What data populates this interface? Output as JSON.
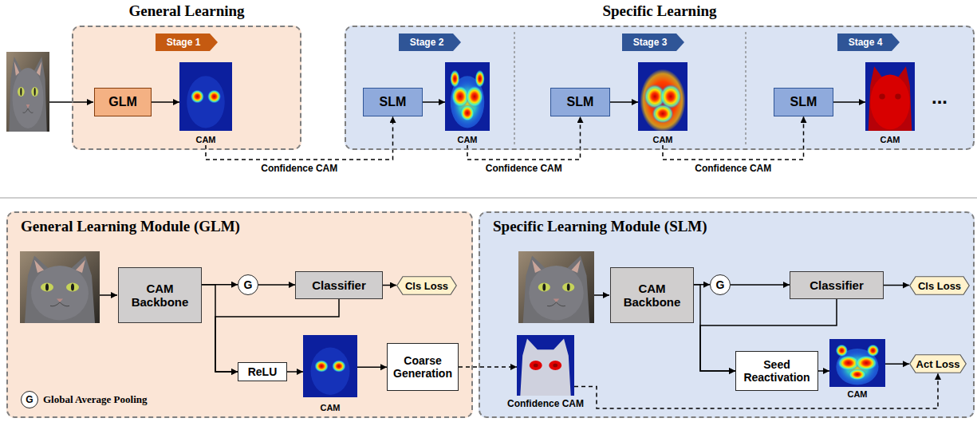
{
  "diagram": {
    "nodes": [
      {
        "text": [
          "General Learning"
        ]
      },
      {
        "text": [
          "Stage 1"
        ],
        "in": 0
      },
      {
        "text": [
          "GLM"
        ],
        "in": 0
      },
      {
        "text": [
          "CAM"
        ],
        "in": 0
      },
      {
        "text": [
          "Specific Learning"
        ]
      },
      {
        "text": [
          "Stage 2"
        ],
        "in": 4
      },
      {
        "text": [
          "SLM"
        ],
        "in": 4
      },
      {
        "text": [
          "CAM"
        ],
        "in": 4
      },
      {
        "text": [
          "Stage 3"
        ],
        "in": 4
      },
      {
        "text": [
          "SLM"
        ],
        "in": 4
      },
      {
        "text": [
          "CAM"
        ],
        "in": 4
      },
      {
        "text": [
          "Stage 4"
        ],
        "in": 4
      },
      {
        "text": [
          "SLM"
        ],
        "in": 4
      },
      {
        "text": [
          "CAM"
        ],
        "in": 4
      },
      {
        "text": [
          "General Learning Module (GLM)"
        ]
      },
      {
        "text": [
          "CAM Backbone"
        ],
        "in": 14
      },
      {
        "text": [
          "G"
        ],
        "in": 14
      },
      {
        "text": [
          "Classifier"
        ],
        "in": 14
      },
      {
        "text": [
          "Cls Loss"
        ],
        "in": 14
      },
      {
        "text": [
          "ReLU"
        ],
        "in": 14
      },
      {
        "text": [
          "CAM"
        ],
        "in": 14
      },
      {
        "text": [
          "Coarse Generation"
        ],
        "in": 14
      },
      {
        "text": [
          "G"
        ],
        "in": 14
      },
      {
        "text": [
          "Specific Learning Module (SLM)"
        ]
      },
      {
        "text": [
          "CAM Backbone"
        ],
        "in": 23
      },
      {
        "text": [
          "G"
        ],
        "in": 23
      },
      {
        "text": [
          "Classifier"
        ],
        "in": 23
      },
      {
        "text": [
          "Cls Loss"
        ],
        "in": 23
      },
      {
        "text": [
          "Seed Reactivation"
        ],
        "in": 23
      },
      {
        "text": [
          "CAM"
        ],
        "in": 23
      },
      {
        "text": [
          "Act Loss"
        ],
        "in": 23
      },
      {
        "text": [
          "Confidence CAM"
        ],
        "in": 23
      }
    ],
    "edges": [
      {
        "from": 2,
        "to": 3,
        "arrow": "to"
      },
      {
        "from": 3,
        "to": 6,
        "label": "Confidence CAM",
        "arrow": "to"
      },
      {
        "from": 6,
        "to": 7,
        "arrow": "to"
      },
      {
        "from": 7,
        "to": 9,
        "label": "Confidence CAM",
        "arrow": "to"
      },
      {
        "from": 9,
        "to": 10,
        "arrow": "to"
      },
      {
        "from": 10,
        "to": 12,
        "label": "Confidence CAM",
        "arrow": "to"
      },
      {
        "from": 12,
        "to": 13,
        "arrow": "to"
      },
      {
        "from": 15,
        "to": 16,
        "arrow": "to"
      },
      {
        "from": 16,
        "to": 17,
        "arrow": "to"
      },
      {
        "from": 17,
        "to": 18,
        "arrow": "to"
      },
      {
        "from": 15,
        "to": 19,
        "arrow": "to"
      },
      {
        "from": 17,
        "to": 19,
        "arrow": "to"
      },
      {
        "from": 19,
        "to": 20,
        "arrow": "to"
      },
      {
        "from": 20,
        "to": 21,
        "arrow": "to"
      },
      {
        "from": 21,
        "to": 31,
        "arrow": "to"
      },
      {
        "from": 24,
        "to": 25,
        "arrow": "to"
      },
      {
        "from": 25,
        "to": 26,
        "arrow": "to"
      },
      {
        "from": 26,
        "to": 27,
        "arrow": "to"
      },
      {
        "from": 24,
        "to": 28,
        "arrow": "to"
      },
      {
        "from": 26,
        "to": 28,
        "arrow": "to"
      },
      {
        "from": 28,
        "to": 29,
        "arrow": "to"
      },
      {
        "from": 29,
        "to": 30,
        "arrow": "to"
      },
      {
        "from": 31,
        "to": 30,
        "arrow": "to"
      }
    ],
    "labels": [
      "...",
      "Global Average Pooling"
    ]
  }
}
